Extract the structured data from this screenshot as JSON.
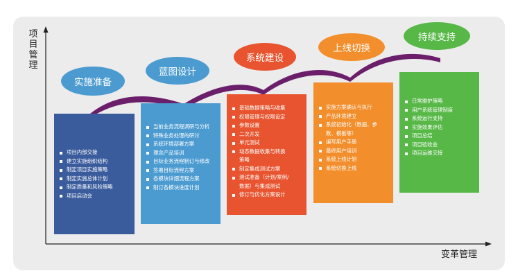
{
  "axes": {
    "y_label": "项目管理",
    "x_label": "变革管理"
  },
  "colors": {
    "phase1": "#3a5b9c",
    "phase2": "#4b9bd1",
    "phase3": "#e8542f",
    "phase4": "#f28e2c",
    "phase5": "#57b847",
    "curve": "#6b1f6b",
    "panel": "#ececec"
  },
  "phases": [
    {
      "title": "实施准备",
      "items": [
        "项目内部交接",
        "建立实施组织结构",
        "制定项目实施策略",
        "制定实施总体计划",
        "制定质量和风险策略",
        "项目启动会"
      ]
    },
    {
      "title": "蓝图设计",
      "items": [
        "当前业务流程调研与分析",
        "特殊业务处理的研讨",
        "系统环境部署方案",
        "理念产品培训",
        "目标业务流程制订与修改",
        "签署目标流程方案",
        "各模块详细流程方案",
        "制订各模块进度计划"
      ]
    },
    {
      "title": "系统建设",
      "items": [
        "基础数据策略与收集",
        "权限管理与权限设定",
        "参数设置",
        "二次开发",
        "单元测试",
        "动态数据收集与转换",
        "策略",
        "制定集成测试方案",
        "测试准备（计划/案例/",
        "数据）与集成测试",
        "修订与优化方案设计"
      ]
    },
    {
      "title": "上线切换",
      "items": [
        "实施方案确认与执行",
        "产品环境建立",
        "系统初始化（数据、参",
        "数、模板等）",
        "编写用户手册",
        "最终用户培训",
        "系统上线计划",
        "系统切换上线"
      ]
    },
    {
      "title": "持续支持",
      "items": [
        "日常维护策略",
        "用户系统管理制度",
        "系统运行支持",
        "实施效果评估",
        "项目总结",
        "项目验收会",
        "项目运维交接"
      ]
    }
  ]
}
